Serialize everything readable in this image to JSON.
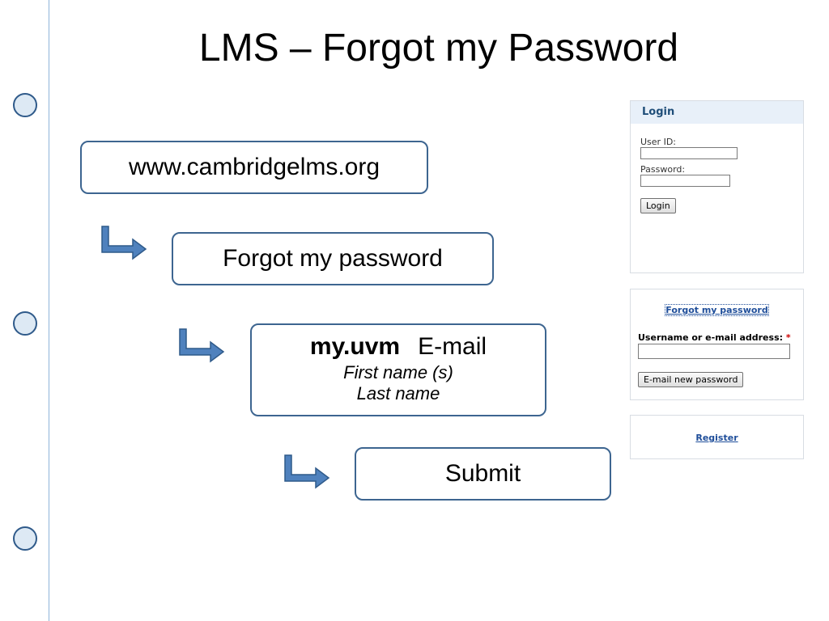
{
  "slide": {
    "title": "LMS – Forgot my Password"
  },
  "steps": [
    {
      "text": "www.cambridgelms.org"
    },
    {
      "text": "Forgot my password"
    },
    {
      "bold": "my.uvm",
      "text": "E-mail",
      "line2": "First name (s)",
      "line3": "Last name"
    },
    {
      "text": "Submit"
    }
  ],
  "login_panel": {
    "header": "Login",
    "userid_label": "User ID:",
    "userid_value": "",
    "password_label": "Password:",
    "password_value": "",
    "login_button": "Login"
  },
  "forgot_panel": {
    "link": "Forgot my password",
    "field_label": "Username or e-mail address:",
    "required_marker": "*",
    "field_value": "",
    "submit_button": "E-mail new password"
  },
  "register_panel": {
    "link": "Register"
  },
  "colors": {
    "box_border": "#3d6590",
    "arrow_fill": "#4f81bd",
    "arrow_stroke": "#2f5a8a",
    "link": "#1f4e9a",
    "panel_header_bg": "#e8f0f9"
  },
  "icons": [
    "bent-arrow-icon",
    "punch-hole-icon"
  ]
}
